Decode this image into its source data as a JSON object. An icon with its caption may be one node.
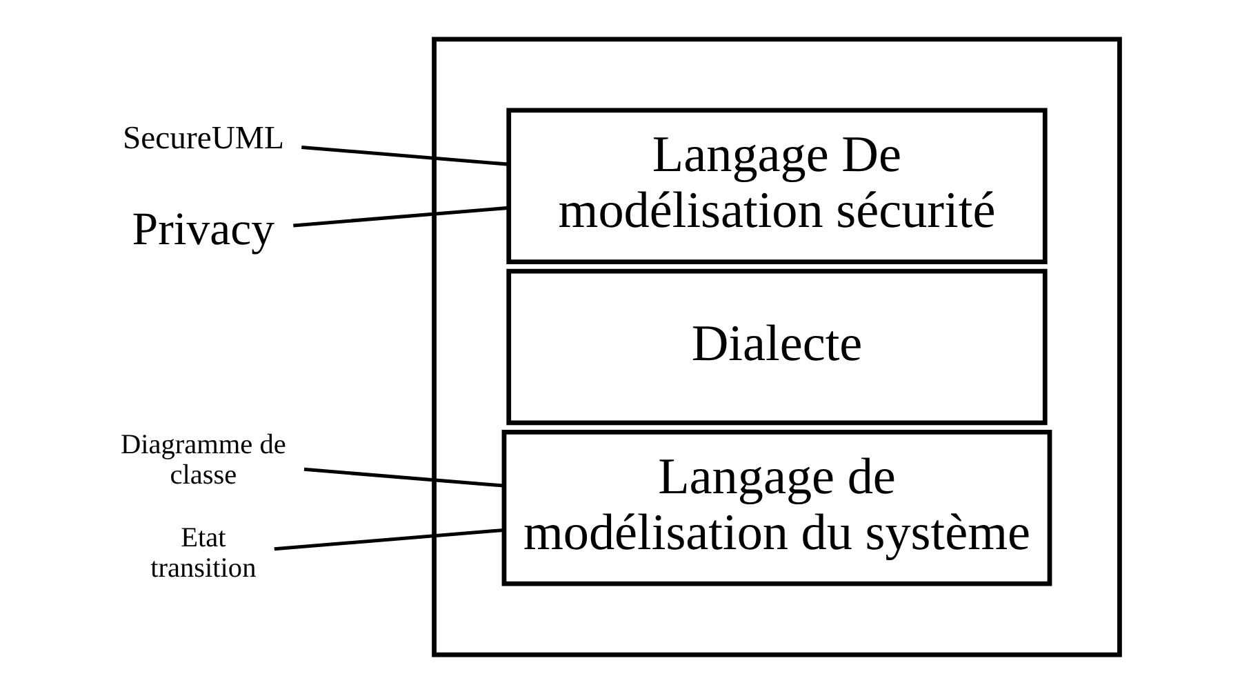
{
  "diagram": {
    "nodes": [
      {
        "text": [],
        "shape": "box"
      },
      {
        "text": [
          "SecureUML"
        ]
      },
      {
        "text": [
          "Langage De modélisation sécurité"
        ],
        "in": 0
      },
      {
        "text": [
          "Privacy"
        ]
      },
      {
        "text": [
          "Dialecte"
        ],
        "in": 0
      },
      {
        "text": [
          "Diagramme de classe"
        ]
      },
      {
        "text": [
          "Langage de modélisation du système"
        ],
        "in": 0
      },
      {
        "text": [
          "Etat transition"
        ]
      }
    ],
    "edges": [
      {
        "from": 1,
        "to": 2,
        "arrow": "none"
      },
      {
        "from": 3,
        "to": 2,
        "arrow": "none"
      },
      {
        "from": 5,
        "to": 6,
        "arrow": "none"
      },
      {
        "from": 7,
        "to": 6,
        "arrow": "none"
      }
    ]
  }
}
